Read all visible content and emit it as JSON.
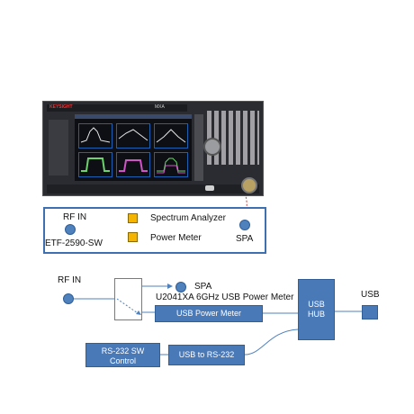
{
  "instrument": {
    "brand": "KEYSIGHT",
    "model": "MXA"
  },
  "panel": {
    "rf_in_label": "RF  IN",
    "etf_label": "ETF-2590-SW",
    "spectrum_analyzer_label": "Spectrum Analyzer",
    "power_meter_label": "Power Meter",
    "spa_label": "SPA"
  },
  "diagram": {
    "rf_in_label": "RF  IN",
    "spa_label": "SPA",
    "power_meter_title": "U2041XA 6GHz USB Power Meter",
    "usb_power_meter_box": "USB Power Meter",
    "usb_hub_line1": "USB",
    "usb_hub_line2": "HUB",
    "usb_label": "USB",
    "rs232_control_line1": "RS-232 SW",
    "rs232_control_line2": "Control",
    "usb_to_rs232_box": "USB to RS-232"
  },
  "colors": {
    "box_blue": "#4a79b8",
    "indicator_amber": "#f5b400",
    "connection_red": "#d9332b"
  }
}
